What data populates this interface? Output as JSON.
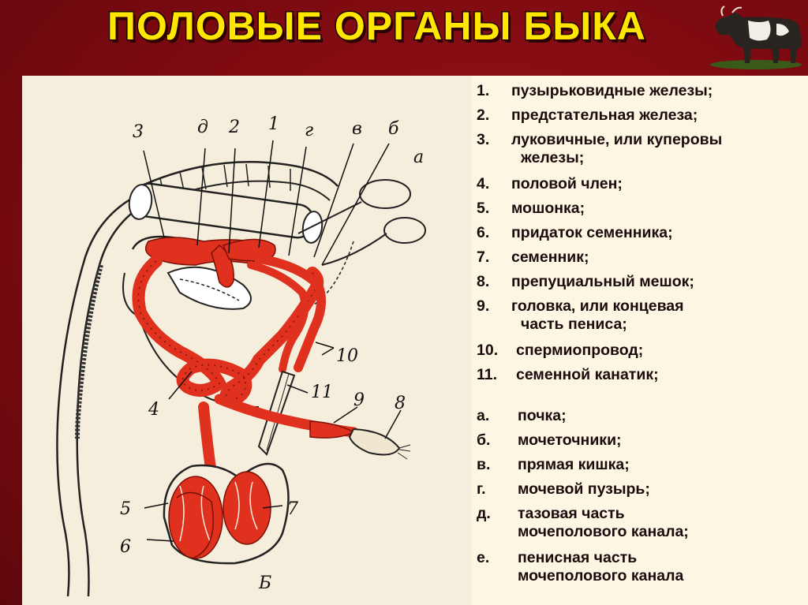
{
  "title": "ПОЛОВЫЕ ОРГАНЫ БЫКА",
  "colors": {
    "background": "#8a0c12",
    "title": "#ffe600",
    "panel": "#fdf6e3",
    "organ_red": "#e0301e",
    "ink": "#1a0c0c"
  },
  "icons": {
    "corner_image": "bull-icon"
  },
  "diagram": {
    "letters": [
      "3",
      "д",
      "2",
      "1",
      "г",
      "в",
      "б",
      "а",
      "10",
      "11",
      "9",
      "8",
      "4",
      "5",
      "6",
      "7",
      "Б"
    ]
  },
  "legend": {
    "numbered": [
      {
        "num": "1.",
        "text": "пузырьковидные железы;",
        "cont": ""
      },
      {
        "num": "2.",
        "text": "предстательная железа;",
        "cont": ""
      },
      {
        "num": "3.",
        "text": "луковичные, или куперовы",
        "cont": "железы;"
      },
      {
        "num": "4.",
        "text": "половой член;",
        "cont": ""
      },
      {
        "num": "5.",
        "text": "мошонка;",
        "cont": ""
      },
      {
        "num": "6.",
        "text": "придаток семенника;",
        "cont": ""
      },
      {
        "num": "7.",
        "text": "семенник;",
        "cont": ""
      },
      {
        "num": "8.",
        "text": "препуциальный мешок;",
        "cont": ""
      },
      {
        "num": "9.",
        "text": "головка, или концевая",
        "cont": "часть пениса;"
      },
      {
        "num": "10.",
        "text": "спермиопровод;",
        "cont": ""
      },
      {
        "num": "11.",
        "text": "семенной канатик;",
        "cont": ""
      }
    ],
    "lettered": [
      {
        "num": "а.",
        "text": "почка;",
        "cont": ""
      },
      {
        "num": "б.",
        "text": "мочеточники;",
        "cont": ""
      },
      {
        "num": "в.",
        "text": "прямая кишка;",
        "cont": ""
      },
      {
        "num": "г.",
        "text": "мочевой пузырь;",
        "cont": ""
      },
      {
        "num": "д.",
        "text": "тазовая часть",
        "cont": "мочеполового канала;"
      },
      {
        "num": "е.",
        "text": "пенисная часть",
        "cont": "мочеполового канала"
      }
    ]
  }
}
